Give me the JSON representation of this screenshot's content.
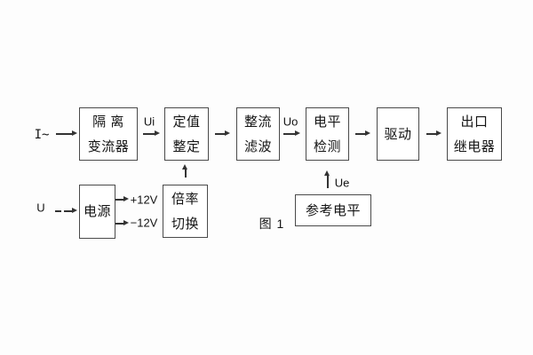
{
  "diagram": {
    "caption": "图 1",
    "inputs": {
      "current": "I~",
      "voltage": "U"
    },
    "signals": {
      "ui": "Ui",
      "uo": "Uo",
      "ue": "Ue",
      "rail_pos": "+12V",
      "rail_neg": "−12V"
    },
    "blocks": {
      "isolation": {
        "line1": "隔 离",
        "line2": "变流器"
      },
      "setpoint": {
        "line1": "定值",
        "line2": "整定"
      },
      "rectifier": {
        "line1": "整流",
        "line2": "滤波"
      },
      "level_detect": {
        "line1": "电平",
        "line2": "检测"
      },
      "driver": {
        "label": "驱动"
      },
      "output_relay": {
        "line1": "出口",
        "line2": "继电器"
      },
      "power": {
        "label": "电源"
      },
      "ratio_switch": {
        "line1": "倍率",
        "line2": "切换"
      },
      "reference": {
        "label": "参考电平"
      }
    },
    "colors": {
      "line": "#333333",
      "border": "#4a4a4a",
      "text": "#141414",
      "background": "#fdfdfd"
    }
  }
}
